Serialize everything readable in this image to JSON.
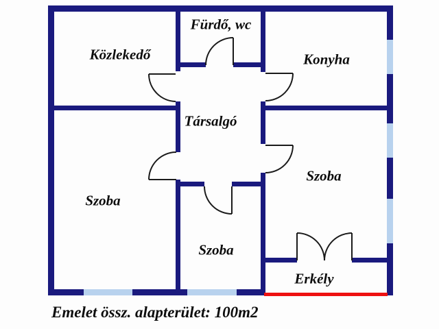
{
  "caption": "Emelet össz. alapterület: 100m2",
  "rooms": {
    "furdo": {
      "label": "Fürdő, wc"
    },
    "kozlekedo": {
      "label": "Közlekedő"
    },
    "konyha": {
      "label": "Konyha"
    },
    "tarsalgo": {
      "label": "Társalgó"
    },
    "szoba_left": {
      "label": "Szoba"
    },
    "szoba_right": {
      "label": "Szoba"
    },
    "szoba_bottom": {
      "label": "Szoba"
    },
    "erkely": {
      "label": "Erkély"
    }
  },
  "colors": {
    "wall": "#1a1a7e",
    "window": "#b8d2ee",
    "terrace_edge": "#ee1111",
    "door_line": "#1a1a1a",
    "text": "#0d0d0d",
    "background": "#fdfdfd"
  }
}
